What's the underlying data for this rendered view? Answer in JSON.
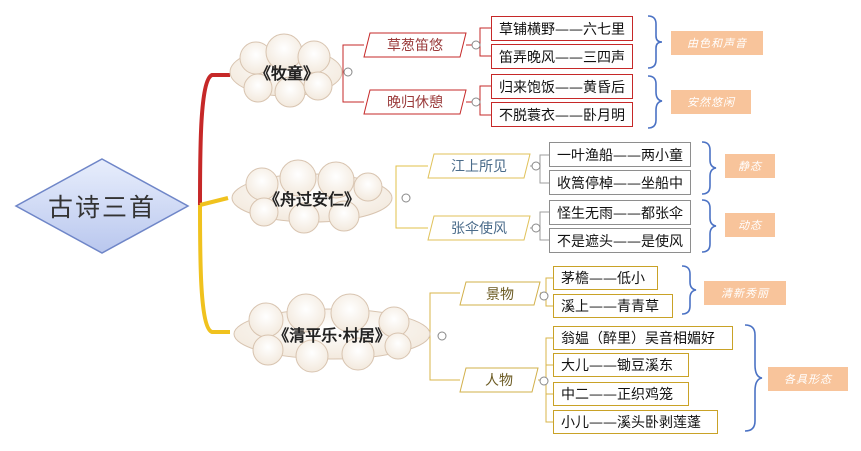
{
  "root": "古诗三首",
  "poems": [
    {
      "title": "《牧童》",
      "groups": [
        {
          "label": "草葱笛悠",
          "lines": [
            "草铺横野——六七里",
            "笛弄晚风——三四声"
          ],
          "tag": "由色和声音"
        },
        {
          "label": "晚归休憩",
          "lines": [
            "归来饱饭——黄昏后",
            "不脱蓑衣——卧月明"
          ],
          "tag": "安然悠闲"
        }
      ]
    },
    {
      "title": "《舟过安仁》",
      "groups": [
        {
          "label": "江上所见",
          "lines": [
            "一叶渔船——两小童",
            "收篙停棹——坐船中"
          ],
          "tag": "静态"
        },
        {
          "label": "张伞使风",
          "lines": [
            "怪生无雨——都张伞",
            "不是遮头——是使风"
          ],
          "tag": "动态"
        }
      ]
    },
    {
      "title": "《清平乐·村居》",
      "groups": [
        {
          "label": "景物",
          "lines": [
            "茅檐——低小",
            "溪上——青青草"
          ],
          "tag": "清新秀丽"
        },
        {
          "label": "人物",
          "lines": [
            "翁媪（醉里）吴音相媚好",
            "大儿——锄豆溪东",
            "中二——正织鸡笼",
            "小儿——溪头卧剥莲蓬"
          ],
          "tag": "各具形态"
        }
      ]
    }
  ],
  "colors": {
    "branch1": "#c62828",
    "branch2": "#e8c23a",
    "branch3": "#f0c21e",
    "tag_bg": "#f8c49b"
  }
}
